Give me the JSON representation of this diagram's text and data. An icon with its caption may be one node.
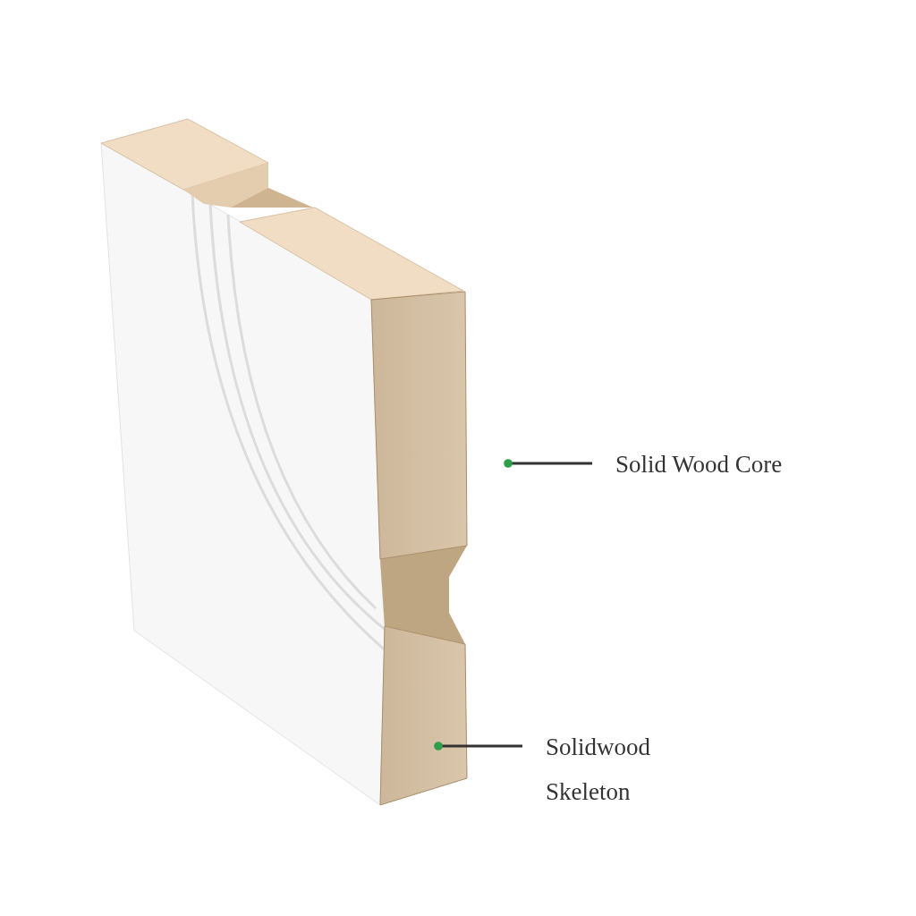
{
  "diagram": {
    "nodes": [
      {
        "text": [
          "Solid Wood Core"
        ]
      },
      {
        "text": [
          "Solidwood Skeleton"
        ]
      },
      {
        "text": [],
        "shape": "picture"
      },
      {
        "text": [],
        "shape": "picture"
      }
    ],
    "edges": [
      {
        "from": 0,
        "to": 2,
        "arrow": "other"
      },
      {
        "from": 1,
        "to": 3,
        "arrow": "other"
      }
    ]
  }
}
